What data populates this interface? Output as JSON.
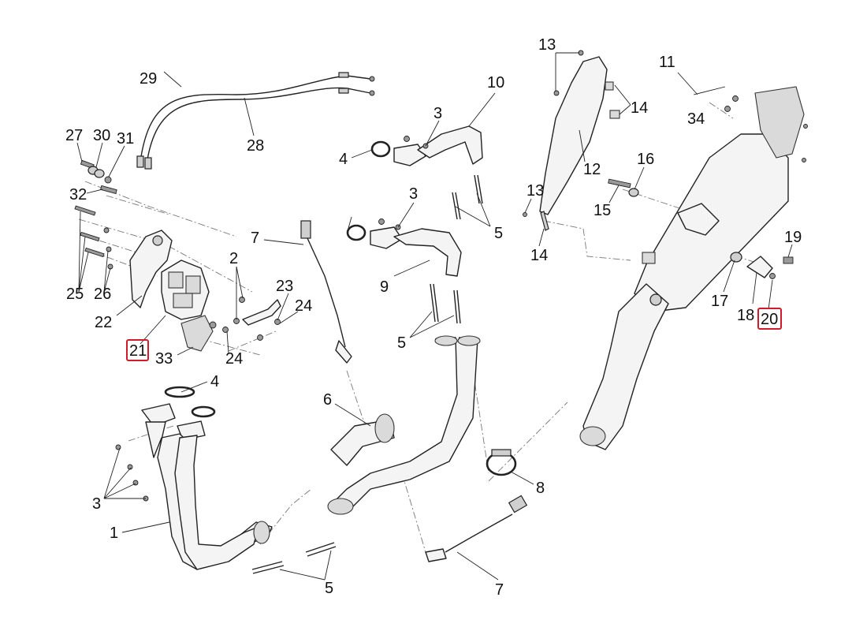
{
  "callouts": {
    "c1": "1",
    "c2": "2",
    "c3a": "3",
    "c3b": "3",
    "c3c": "3",
    "c4a": "4",
    "c4b": "4",
    "c5a": "5",
    "c5b": "5",
    "c5c": "5",
    "c6": "6",
    "c7a": "7",
    "c7b": "7",
    "c8": "8",
    "c9": "9",
    "c10": "10",
    "c11": "11",
    "c12": "12",
    "c13a": "13",
    "c13b": "13",
    "c14a": "14",
    "c14b": "14",
    "c15": "15",
    "c16": "16",
    "c17": "17",
    "c18": "18",
    "c19": "19",
    "c20": "20",
    "c21": "21",
    "c22": "22",
    "c23": "23",
    "c24a": "24",
    "c24b": "24",
    "c25": "25",
    "c26": "26",
    "c27": "27",
    "c28": "28",
    "c29": "29",
    "c30": "30",
    "c31": "31",
    "c32": "32",
    "c33": "33",
    "c34": "34"
  },
  "highlight_color": "#d11a2a"
}
